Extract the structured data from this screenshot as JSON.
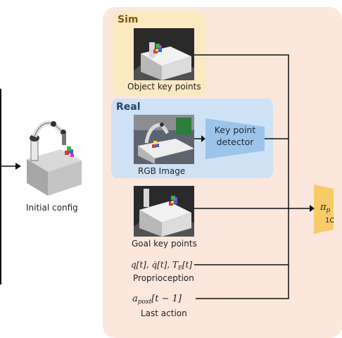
{
  "labels": {
    "initial_config": "Initial config",
    "sim_title": "Sim",
    "object_key_points": "Object key points",
    "real_title": "Real",
    "rgb_image": "RGB Image",
    "detector_line1": "Key point",
    "detector_line2": "detector",
    "goal_key_points": "Goal key points",
    "proprio_math": "q[t], q̇[t], T_E[t]",
    "proprioception": "Proprioception",
    "last_action_math": "a_post[t − 1]",
    "last_action": "Last action",
    "policy_symbol": "π_p",
    "policy_sub_fragment": "1C"
  },
  "colors": {
    "panel_bg": "#fbe7dc",
    "sim_bg": "#fbe9c2",
    "sim_title": "#7a5a12",
    "real_bg": "#cfe1f5",
    "real_title": "#22466e",
    "detector_fill": "#9cc4ea",
    "policy_fill": "#f7cc68",
    "wire": "#111111"
  },
  "icons": {
    "sim_thumb": "robot-table-cubes-image",
    "real_thumb": "real-robot-camera-image",
    "goal_thumb": "goal-table-cubes-image",
    "initial_config": "robot-arm-on-table-image"
  }
}
